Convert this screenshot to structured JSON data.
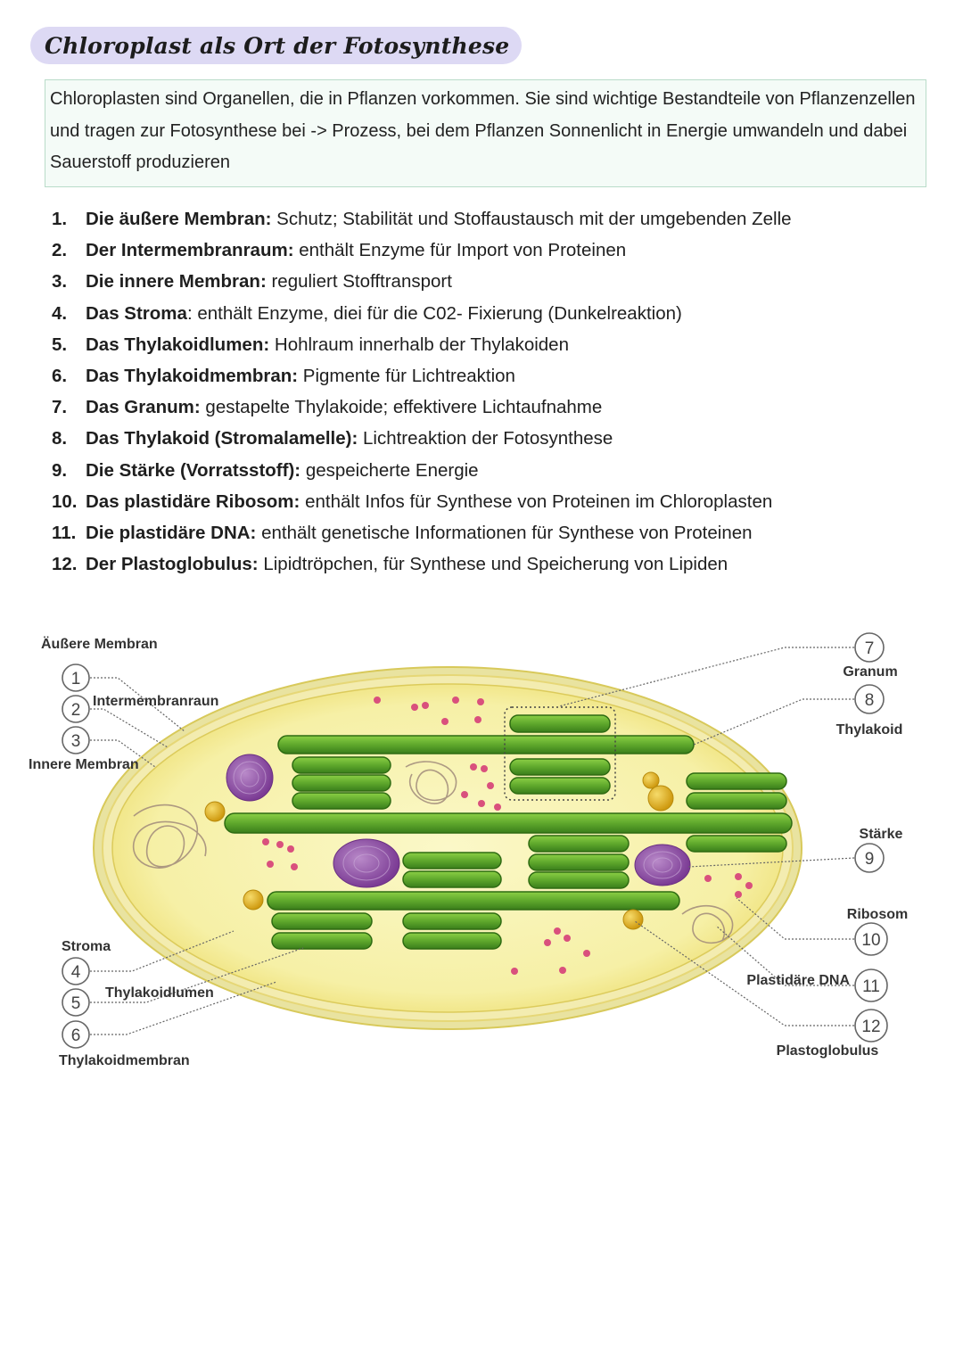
{
  "title": "Chloroplast als Ort der Fotosynthese",
  "intro": "Chloroplasten sind Organellen, die in Pflanzen vorkommen. Sie sind wichtige Bestandteile von Pflanzenzellen und tragen zur Fotosynthese bei -> Prozess, bei dem Pflanzen Sonnenlicht in Energie umwandeln und dabei Sauerstoff produzieren",
  "list": [
    {
      "num": "1.",
      "term": "Die äußere Membran:",
      "desc": " Schutz; Stabilität und Stoffaustausch mit der umgebenden Zelle"
    },
    {
      "num": "2.",
      "term": "Der Intermembranraum:",
      "desc": " enthält Enzyme für Import von Proteinen"
    },
    {
      "num": "3.",
      "term": "Die innere Membran:",
      "desc": " reguliert Stofftransport"
    },
    {
      "num": "4.",
      "term": "Das Stroma",
      "desc": ": enthält Enzyme, diei für die C02- Fixierung (Dunkelreaktion)"
    },
    {
      "num": "5.",
      "term": "Das Thylakoidlumen:",
      "desc": " Hohlraum innerhalb der Thylakoiden"
    },
    {
      "num": "6.",
      "term": "Das Thylakoidmembran:",
      "desc": " Pigmente für Lichtreaktion"
    },
    {
      "num": "7.",
      "term": "Das Granum:",
      "desc": " gestapelte Thylakoide; effektivere Lichtaufnahme"
    },
    {
      "num": "8.",
      "term": "Das Thylakoid (Stromalamelle):",
      "desc": " Lichtreaktion der Fotosynthese"
    },
    {
      "num": "9.",
      "term": "Die Stärke (Vorratsstoff):",
      "desc": " gespeicherte Energie"
    },
    {
      "num": "10.",
      "term": "Das plastidäre Ribosom:",
      "desc": " enthält Infos für Synthese von Proteinen im Chloroplasten"
    },
    {
      "num": "11.",
      "term": "Die plastidäre DNA:",
      "desc": " enthält genetische Informationen für Synthese von Proteinen"
    },
    {
      "num": "12.",
      "term": "Der Plastoglobulus:",
      "desc": " Lipidtröpchen, für Synthese und Speicherung von Lipiden"
    }
  ],
  "diagram": {
    "labels": {
      "aeussere_membran": "Äußere Membran",
      "intermembranraum": "Intermembranraun",
      "innere_membran": "Innere Membran",
      "stroma": "Stroma",
      "thylakoidlumen": "Thylakoidlumen",
      "thylakoidmembran": "Thylakoidmembran",
      "granum": "Granum",
      "thylakoid": "Thylakoid",
      "staerke": "Stärke",
      "ribosom": "Ribosom",
      "plastidaere_dna": "Plastidäre DNA",
      "plastoglobulus": "Plastoglobulus"
    },
    "numbers": [
      "1",
      "2",
      "3",
      "4",
      "5",
      "6",
      "7",
      "8",
      "9",
      "10",
      "11",
      "12"
    ],
    "colors": {
      "stroma": "#f7f2a8",
      "outer_ring": "#eedf74",
      "thylakoid": "#3f8f1f",
      "thylakoid_light": "#7cc13b",
      "starch": "#8e4fa6",
      "ribosome": "#d9507d",
      "plastoglobulus": "#e3b11d"
    }
  }
}
